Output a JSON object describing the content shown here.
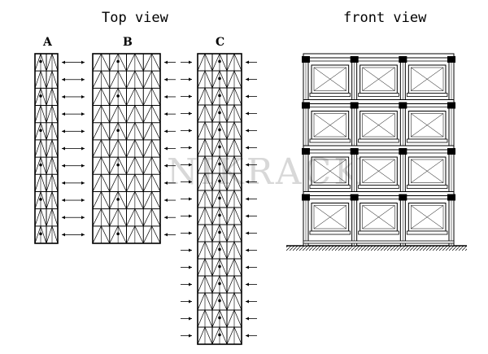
{
  "titles": {
    "top_view": "Top view",
    "front_view": "front view"
  },
  "columns": [
    {
      "label": "A",
      "bays": 2,
      "rows": 11
    },
    {
      "label": "B",
      "bays": 4,
      "rows": 11
    },
    {
      "label": "C",
      "bays": 3,
      "rows": 17
    }
  ],
  "front_view": {
    "bays": 3,
    "levels": 4
  },
  "watermark": "NIKRACK"
}
